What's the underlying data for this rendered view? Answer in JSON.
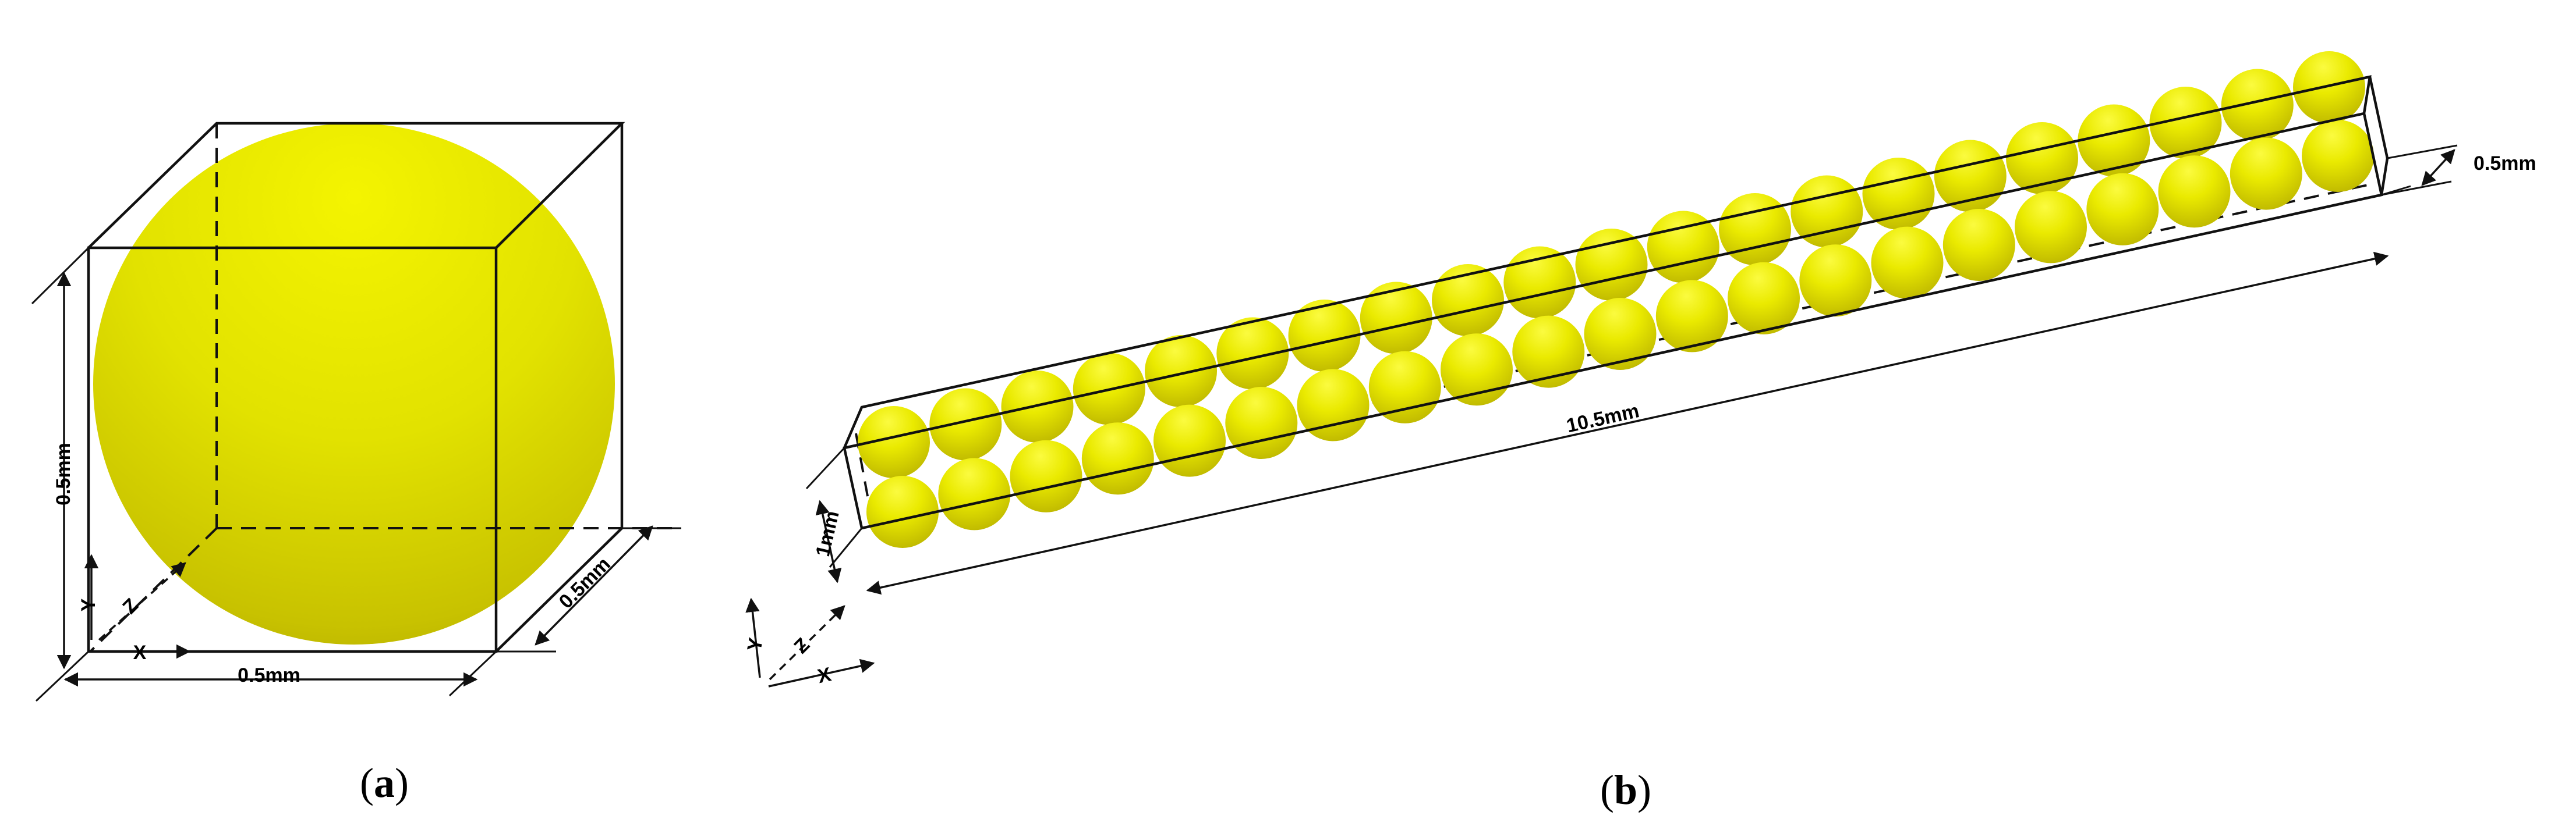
{
  "panel_a": {
    "caption_open": "(",
    "caption_letter": "a",
    "caption_close": ")",
    "dim_height": "0.5mm",
    "dim_width": "0.5mm",
    "dim_depth": "0.5mm",
    "axis_x": "X",
    "axis_y": "Y",
    "axis_z": "Z",
    "sphere_color": "#E8E800"
  },
  "panel_b": {
    "caption_open": "(",
    "caption_letter": "b",
    "caption_close": ")",
    "dim_length": "10.5mm",
    "dim_height": "1mm",
    "dim_depth": "0.5mm",
    "axis_x": "X",
    "axis_y": "Y",
    "axis_z": "Z",
    "sphere_rows": 2,
    "spheres_per_row": 21,
    "sphere_color": "#E8E800"
  }
}
